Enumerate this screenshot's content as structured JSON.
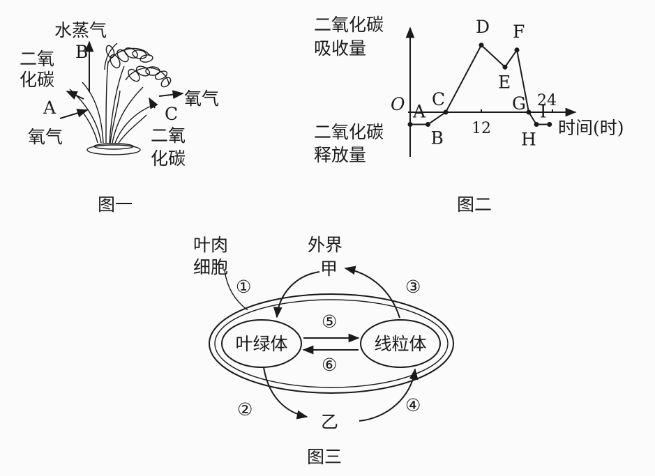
{
  "figure1": {
    "caption": "图一",
    "water_vapor": "水蒸气",
    "arrow_b": "B",
    "co2_left": [
      "二氧",
      "化碳"
    ],
    "arrow_a": "A",
    "oxygen_left": "氧气",
    "arrow_c": "C",
    "oxygen_right": "氧气",
    "co2_right": [
      "二氧",
      "化碳"
    ]
  },
  "figure2": {
    "caption": "图二",
    "y_label_top": [
      "二氧化碳",
      "吸收量"
    ],
    "y_label_bottom": [
      "二氧化碳",
      "释放量"
    ],
    "x_label": "时间(时)",
    "origin": "O",
    "tick_12": "12",
    "tick_24": "24",
    "chart_data": {
      "type": "line",
      "xlabel": "时间(时)",
      "x_ticks": [
        12,
        24
      ],
      "points": [
        {
          "label": "A",
          "x": 0,
          "y": -1
        },
        {
          "label": "B",
          "x": 3,
          "y": -1
        },
        {
          "label": "C",
          "x": 6,
          "y": 0
        },
        {
          "label": "D",
          "x": 12,
          "y": 5.5
        },
        {
          "label": "E",
          "x": 16,
          "y": 3.7
        },
        {
          "label": "F",
          "x": 18,
          "y": 5.1
        },
        {
          "label": "G",
          "x": 20,
          "y": 0
        },
        {
          "label": "H",
          "x": 21.3,
          "y": -1
        },
        {
          "label": "I",
          "x": 23.5,
          "y": -1
        }
      ]
    }
  },
  "figure3": {
    "caption": "图三",
    "cell_label": [
      "叶肉",
      "细胞"
    ],
    "outside_label": "外界",
    "jia": "甲",
    "yi": "乙",
    "chloroplast": "叶绿体",
    "mitochondria": "线粒体",
    "n1": "①",
    "n2": "②",
    "n3": "③",
    "n4": "④",
    "n5": "⑤",
    "n6": "⑥"
  }
}
